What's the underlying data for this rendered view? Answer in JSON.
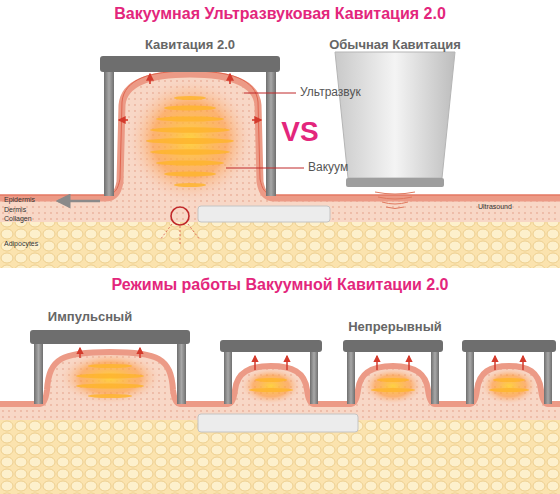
{
  "diagram": {
    "title": "Вакуумная Ультразвуковая Кавитация 2.0",
    "labels": [
      "Кавитация 2.0",
      "Обычная Кавитация",
      "Ультразвук",
      "VS",
      "Вакуум",
      "Epidermis",
      "Dermis",
      "Collagen",
      "Adipocytes",
      "Ultrasound",
      "Режимы работы Вакуумной Кавитации 2.0",
      "Импульсный",
      "Непрерывный"
    ]
  }
}
